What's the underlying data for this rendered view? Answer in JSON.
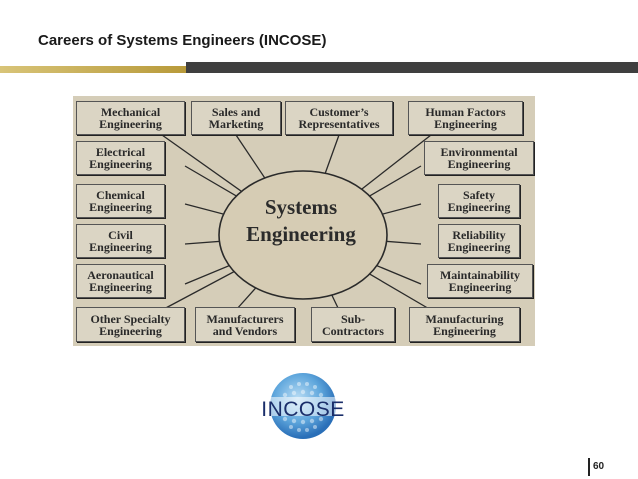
{
  "header": {
    "title": "Careers of Systems Engineers (INCOSE)"
  },
  "diagram": {
    "center": "Systems\nEngineering",
    "boxes": [
      "Mechanical\nEngineering",
      "Sales and\nMarketing",
      "Customer’s\nRepresentatives",
      "Human Factors\nEngineering",
      "Electrical\nEngineering",
      "Environmental\nEngineering",
      "Chemical\nEngineering",
      "Safety\nEngineering",
      "Civil\nEngineering",
      "Reliability\nEngineering",
      "Aeronautical\nEngineering",
      "Maintainability\nEngineering",
      "Other Specialty\nEngineering",
      "Manufacturers\nand Vendors",
      "Sub-\nContractors",
      "Manufacturing\nEngineering"
    ]
  },
  "logo": {
    "text": "INCOSE"
  },
  "footer": {
    "page_number": "60"
  }
}
